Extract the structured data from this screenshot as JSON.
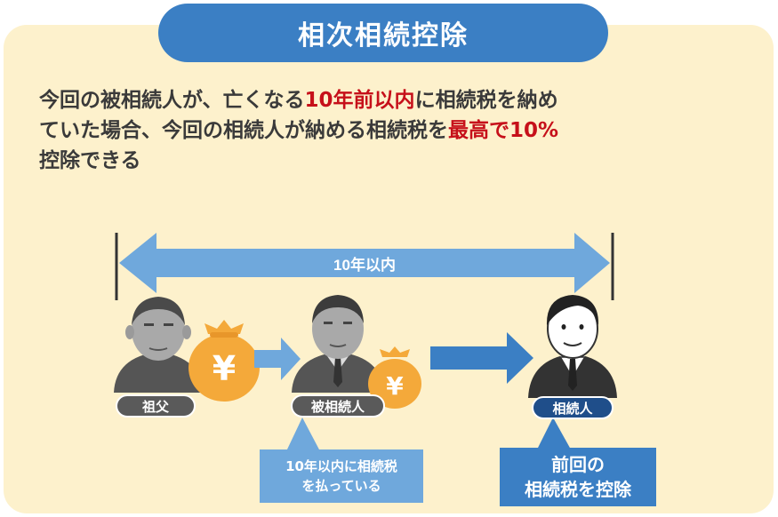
{
  "title": "相次相続控除",
  "description": {
    "line1_a": "今回の被相続人が、亡くなる",
    "line1_hl": "10年前以内",
    "line1_b": "に相続税を納め",
    "line2_a": "ていた場合、今回の相続人が納める相続税を",
    "line2_hl": "最高で10%",
    "line3": "控除できる"
  },
  "span_label": "10年以内",
  "people": {
    "grandfather": "祖父",
    "decedent": "被相続人",
    "heir": "相続人"
  },
  "money_symbol": "¥",
  "callouts": {
    "decedent_note_1": "10年以内に相続税",
    "decedent_note_2": "を払っている",
    "heir_note_1": "前回の",
    "heir_note_2": "相続税を控除"
  },
  "icons": [
    "grandfather-person-icon",
    "money-bag-icon",
    "arrow-right-icon",
    "decedent-person-icon",
    "heir-person-icon"
  ],
  "colors": {
    "background": "#fdf1cc",
    "title": "#3b7fc4",
    "highlight": "#c6101a",
    "arrow_light": "#6fa8dc",
    "arrow_dark": "#3b7fc4",
    "money": "#f4a93a",
    "tag_gray": "#5a5a5a",
    "tag_navy": "#1f4e8a"
  }
}
